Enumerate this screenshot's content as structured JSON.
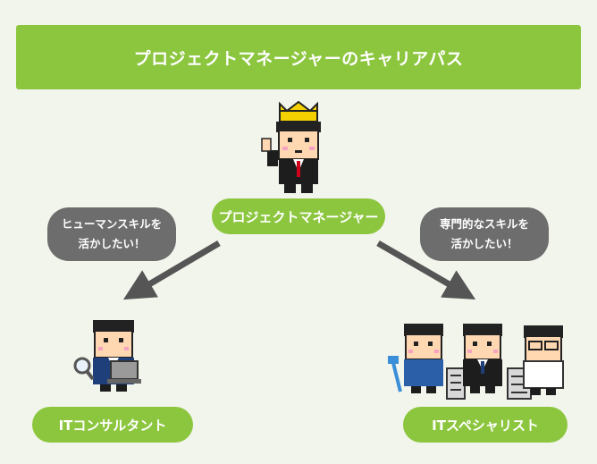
{
  "title": "プロジェクトマネージャーのキャリアパス",
  "center_role": "プロジェクトマネージャー",
  "left_role": "ITコンサルタント",
  "right_role": "ITスペシャリスト",
  "left_bubble": {
    "line1": "ヒューマンスキルを",
    "line2": "活かしたい！"
  },
  "right_bubble": {
    "line1": "専門的なスキルを",
    "line2": "活かしたい！"
  },
  "colors": {
    "green": "#8cc63f",
    "bubble": "#6d6d6d",
    "arrow": "#555555",
    "crown": "#f5d000"
  },
  "icons": [
    "crown-icon",
    "magnifier-icon",
    "laptop-icon",
    "wrench-icon",
    "server-icon"
  ]
}
